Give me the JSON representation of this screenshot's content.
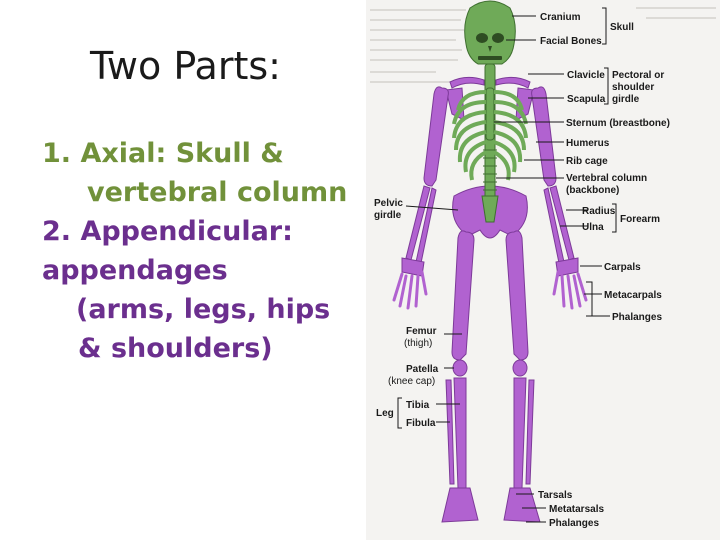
{
  "slide": {
    "title": "Two Parts:",
    "bullet1_num": "1.",
    "bullet1_line1": "Axial: Skull &",
    "bullet1_line2": "vertebral column",
    "bullet2_line1": "2. Appendicular:",
    "bullet2_line2": "appendages",
    "bullet2_line3": "(arms, legs, hips",
    "bullet2_line4": "& shoulders)"
  },
  "colors": {
    "axial": "#5f9a4a",
    "appendicular": "#a35bc4",
    "text_green": "#71913a",
    "text_purple": "#6b2f8e"
  },
  "labels": {
    "cranium": "Cranium",
    "facial_bones": "Facial Bones",
    "skull": "Skull",
    "clavicle": "Clavicle",
    "scapula": "Scapula",
    "pectoral1": "Pectoral or",
    "pectoral2": "shoulder",
    "pectoral3": "girdle",
    "sternum": "Sternum (breastbone)",
    "humerus": "Humerus",
    "rib_cage": "Rib cage",
    "vertebral1": "Vertebral column",
    "vertebral2": "(backbone)",
    "radius": "Radius",
    "ulna": "Ulna",
    "forearm": "Forearm",
    "pelvic1": "Pelvic",
    "pelvic2": "girdle",
    "carpals": "Carpals",
    "metacarpals": "Metacarpals",
    "phalanges_hand": "Phalanges",
    "femur1": "Femur",
    "femur2": "(thigh)",
    "patella1": "Patella",
    "patella2": "(knee cap)",
    "leg": "Leg",
    "tibia": "Tibia",
    "fibula": "Fibula",
    "tarsals": "Tarsals",
    "metatarsals": "Metatarsals",
    "phalanges_foot": "Phalanges"
  }
}
